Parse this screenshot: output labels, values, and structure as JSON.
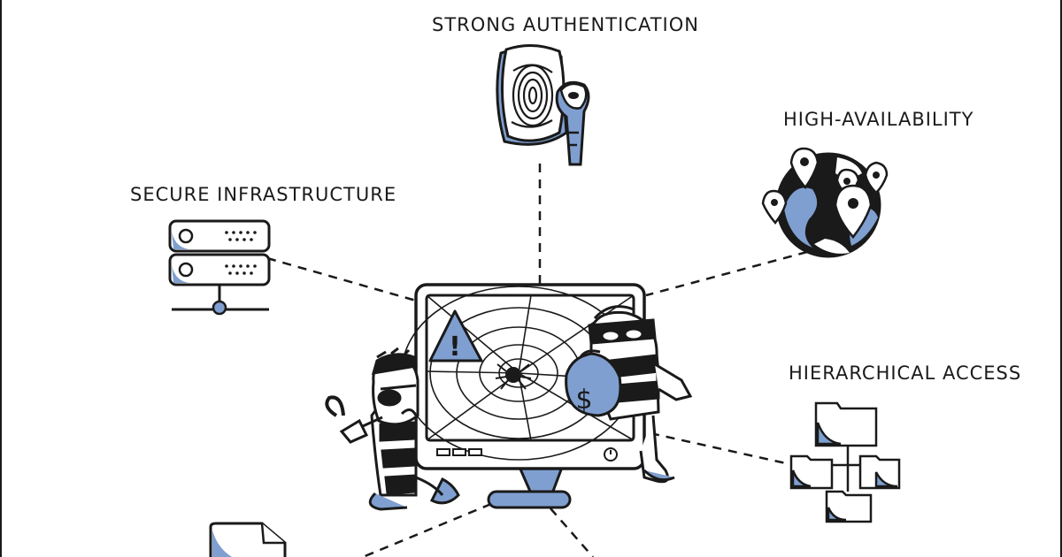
{
  "labels": {
    "strong_authentication": "STRONG AUTHENTICATION",
    "secure_infrastructure": "SECURE INFRASTRUCTURE",
    "high_availability": "HIGH-AVAILABILITY",
    "hierarchical_access": "HIERARCHICAL ACCESS"
  },
  "icons": {
    "auth": "fingerprint-key-icon",
    "infra": "server-rack-icon",
    "ha": "globe-location-pins-icon",
    "hier": "folder-tree-icon",
    "center": "hacked-monitor-icon",
    "doc": "document-icon"
  },
  "colors": {
    "ink": "#1a1a1a",
    "accent_blue": "#7f9fd0",
    "paper": "#ffffff"
  },
  "screen_symbols": {
    "warning": "!",
    "money": "$"
  }
}
